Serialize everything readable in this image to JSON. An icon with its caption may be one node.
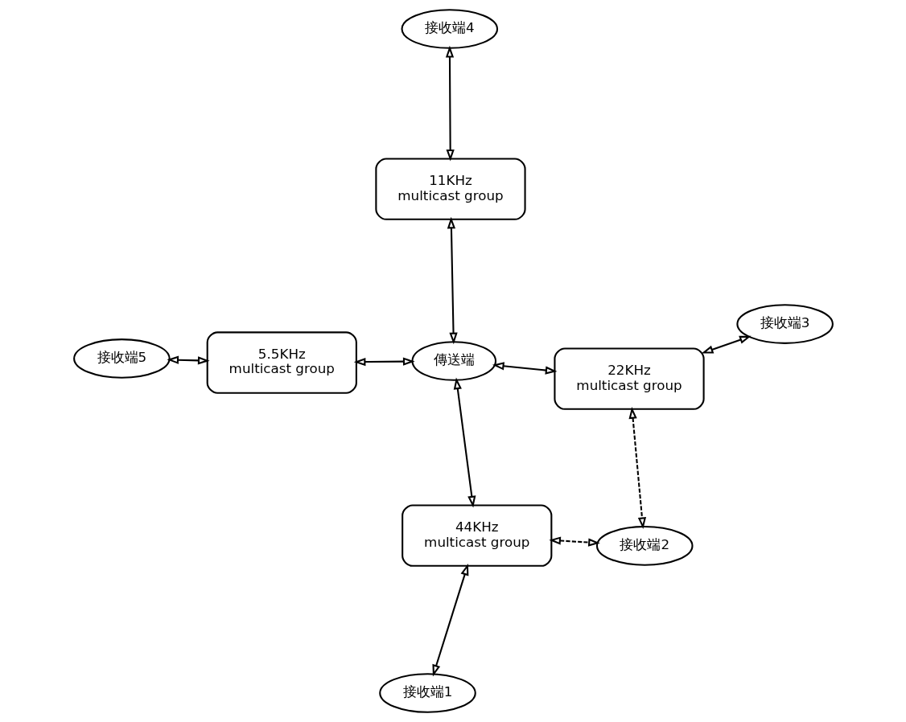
{
  "diagram": {
    "nodes": [
      {
        "text": [
          "接收端5"
        ]
      },
      {
        "text": [
          "接收端4"
        ]
      },
      {
        "text": [
          "5.5KHz",
          "multicast group"
        ]
      },
      {
        "text": [
          "11KHz",
          "multicast group"
        ]
      },
      {
        "text": [
          "傳送端"
        ]
      },
      {
        "text": [
          "22KHz",
          "multicast group"
        ]
      },
      {
        "text": [
          "44KHz",
          "multicast group"
        ]
      },
      {
        "text": [
          "接收端3"
        ]
      },
      {
        "text": [
          "接收端2"
        ]
      },
      {
        "text": [
          "接收端1"
        ]
      }
    ],
    "edges": [
      {
        "from": 0,
        "to": 2,
        "arrow": "both"
      },
      {
        "from": 1,
        "to": 3,
        "arrow": "both"
      },
      {
        "from": 2,
        "to": 4,
        "arrow": "both"
      },
      {
        "from": 3,
        "to": 4,
        "arrow": "both"
      },
      {
        "from": 5,
        "to": 4,
        "arrow": "both"
      },
      {
        "from": 6,
        "to": 4,
        "arrow": "both"
      },
      {
        "from": 7,
        "to": 5,
        "arrow": "both"
      },
      {
        "from": 5,
        "to": 8,
        "arrow": "both",
        "style": "dashed"
      },
      {
        "from": 6,
        "to": 8,
        "arrow": "both",
        "style": "dashed"
      },
      {
        "from": 9,
        "to": 6,
        "arrow": "both"
      }
    ]
  }
}
